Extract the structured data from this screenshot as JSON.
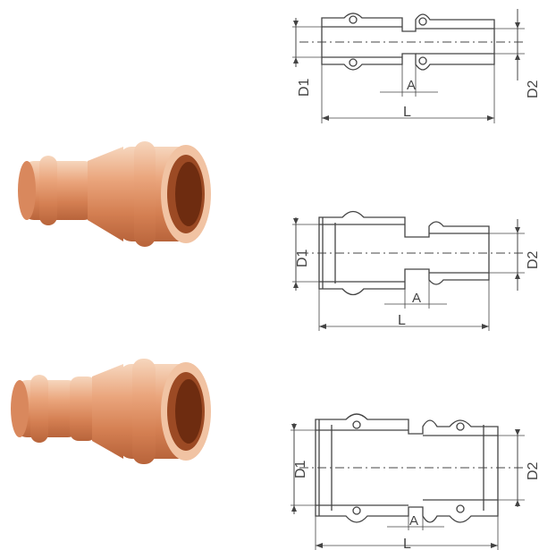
{
  "colors": {
    "copper_light": "#f2c7a8",
    "copper_mid": "#e39a6f",
    "copper_dark": "#b8643b",
    "copper_inner": "#7a3416",
    "line": "#444444"
  },
  "drawings": [
    {
      "label_d1": "D1",
      "label_d2": "D2",
      "label_a": "A",
      "label_l": "L"
    },
    {
      "label_d1": "D1",
      "label_d2": "D2",
      "label_a": "A",
      "label_l": "L"
    },
    {
      "label_d1": "D1",
      "label_d2": "D2",
      "label_a": "A",
      "label_l": "L"
    }
  ]
}
